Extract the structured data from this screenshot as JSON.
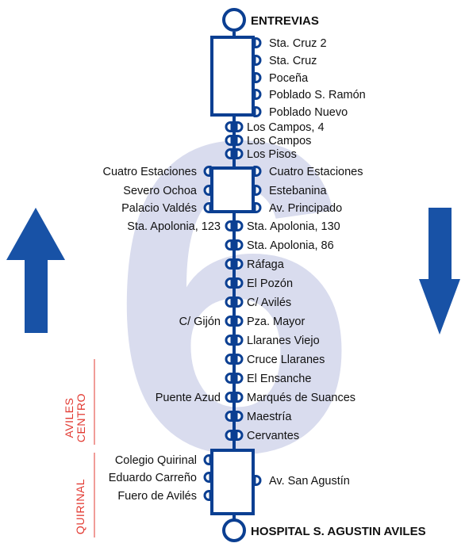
{
  "line_number": "6",
  "colors": {
    "line": "#0b3f92",
    "stop_fill": "#ffffff",
    "arrow": "#1852a6",
    "watermark": "#d9dcee",
    "zone_text": "#e23a32",
    "text": "#111111"
  },
  "terminals": {
    "top": "ENTREVIAS",
    "bottom": "HOSPITAL S. AGUSTIN AVILES"
  },
  "groups": {
    "top_right": [
      "Sta. Cruz 2",
      "Sta. Cruz",
      "Poceña",
      "Poblado S. Ramón",
      "Poblado Nuevo"
    ],
    "mid_right": [
      "Cuatro Estaciones",
      "Estebanina",
      "Av. Principado"
    ],
    "mid_left": [
      "Cuatro Estaciones",
      "Severo Ochoa",
      "Palacio Valdés"
    ],
    "bottom_left": [
      "Colegio Quirinal",
      "Eduardo Carreño",
      "Fuero de Avilés"
    ],
    "bottom_right": [
      "Av. San Agustín"
    ]
  },
  "shared_stops": [
    {
      "right": "Los Campos, 4",
      "left": ""
    },
    {
      "right": "Los Campos",
      "left": ""
    },
    {
      "right": "Los Pisos",
      "left": ""
    },
    {
      "right": "Sta. Apolonia, 130",
      "left": "Sta. Apolonia, 123"
    },
    {
      "right": "Sta. Apolonia, 86",
      "left": ""
    },
    {
      "right": "Ráfaga",
      "left": ""
    },
    {
      "right": "El Pozón",
      "left": ""
    },
    {
      "right": "C/ Avilés",
      "left": ""
    },
    {
      "right": "Pza. Mayor",
      "left": "C/ Gijón"
    },
    {
      "right": "Llaranes Viejo",
      "left": ""
    },
    {
      "right": "Cruce Llaranes",
      "left": ""
    },
    {
      "right": "El Ensanche",
      "left": ""
    },
    {
      "right": "Marqués de Suances",
      "left": "Puente Azud"
    },
    {
      "right": "Maestría",
      "left": ""
    },
    {
      "right": "Cervantes",
      "left": ""
    }
  ],
  "zones": [
    {
      "lines": [
        "AVILES",
        "CENTRO"
      ]
    },
    {
      "lines": [
        "QUIRINAL"
      ]
    }
  ],
  "directions": [
    "up",
    "down"
  ]
}
